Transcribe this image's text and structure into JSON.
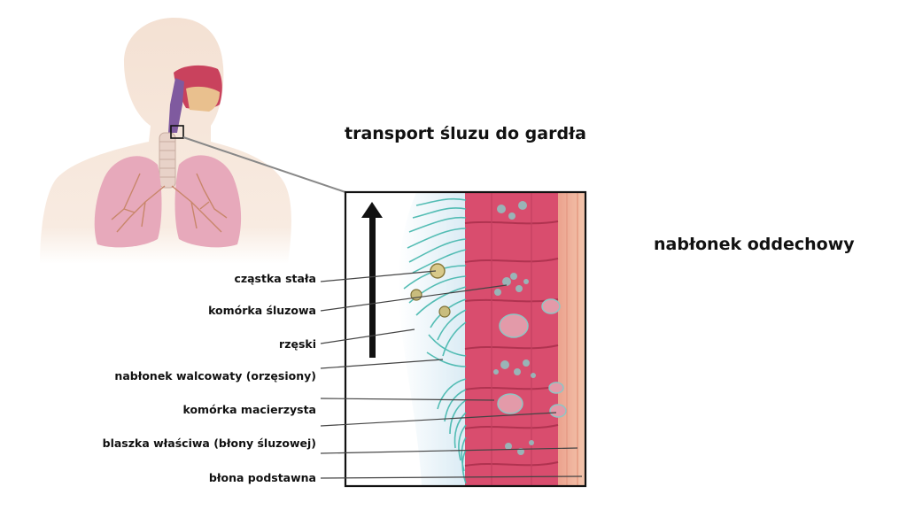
{
  "title": "transport śluzu do gardła",
  "side_title": "nabłonek oddechowy",
  "labels": [
    "cząstka stała",
    "komórka śluzowa",
    "rzęski",
    "nabłonek walcowaty (orzęsiony)",
    "komórka macierzysta",
    "blaszka właściwa (błony śluzowej)",
    "błona podstawna"
  ],
  "colors": {
    "skin": "#f6e4d6",
    "lung": "#e7a9bb",
    "epithelium": "#d94d6e",
    "cilia": "#43b7ad",
    "mucus": "#dfeef6",
    "lamina": "#efb7a3",
    "lines": "#444444"
  }
}
